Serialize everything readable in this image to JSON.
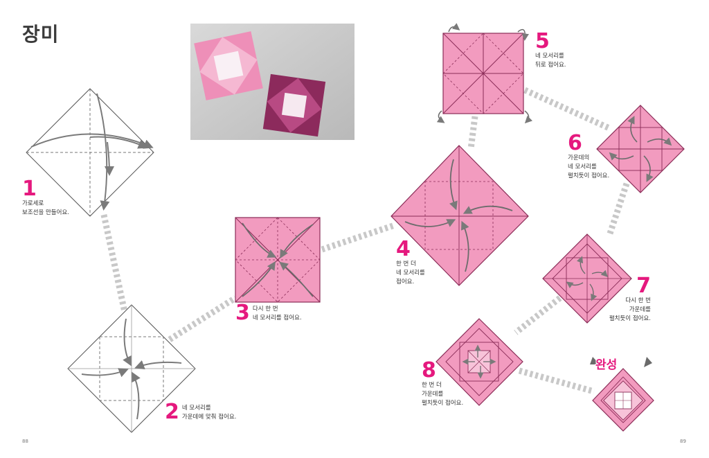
{
  "title": "장미",
  "completion_label": "완성",
  "steps": [
    {
      "number": "1",
      "text": "가로세로\n보조선을 만들어요."
    },
    {
      "number": "2",
      "text": "네 모서리를\n가운데에 맞춰 접어요."
    },
    {
      "number": "3",
      "text": "다시 한 번\n네 모서리를 접어요."
    },
    {
      "number": "4",
      "text": "한 번 더\n네 모서리를\n접어요."
    },
    {
      "number": "5",
      "text": "네 모서리를\n뒤로 접어요."
    },
    {
      "number": "6",
      "text": "가운데의\n네 모서리를\n펼치듯이 접어요."
    },
    {
      "number": "7",
      "text": "다시 한 번\n가운데를\n펼치듯이 접어요."
    },
    {
      "number": "8",
      "text": "한 번 더\n가운데를\n펼치듯이 접어요."
    }
  ],
  "page_numbers": {
    "left": "88",
    "right": "89"
  },
  "colors": {
    "accent": "#e5197e",
    "paper": "#f29bbf",
    "paper_dark": "#b0346f",
    "connector": "#c8c8c8",
    "arrow": "#7a7a7a"
  }
}
